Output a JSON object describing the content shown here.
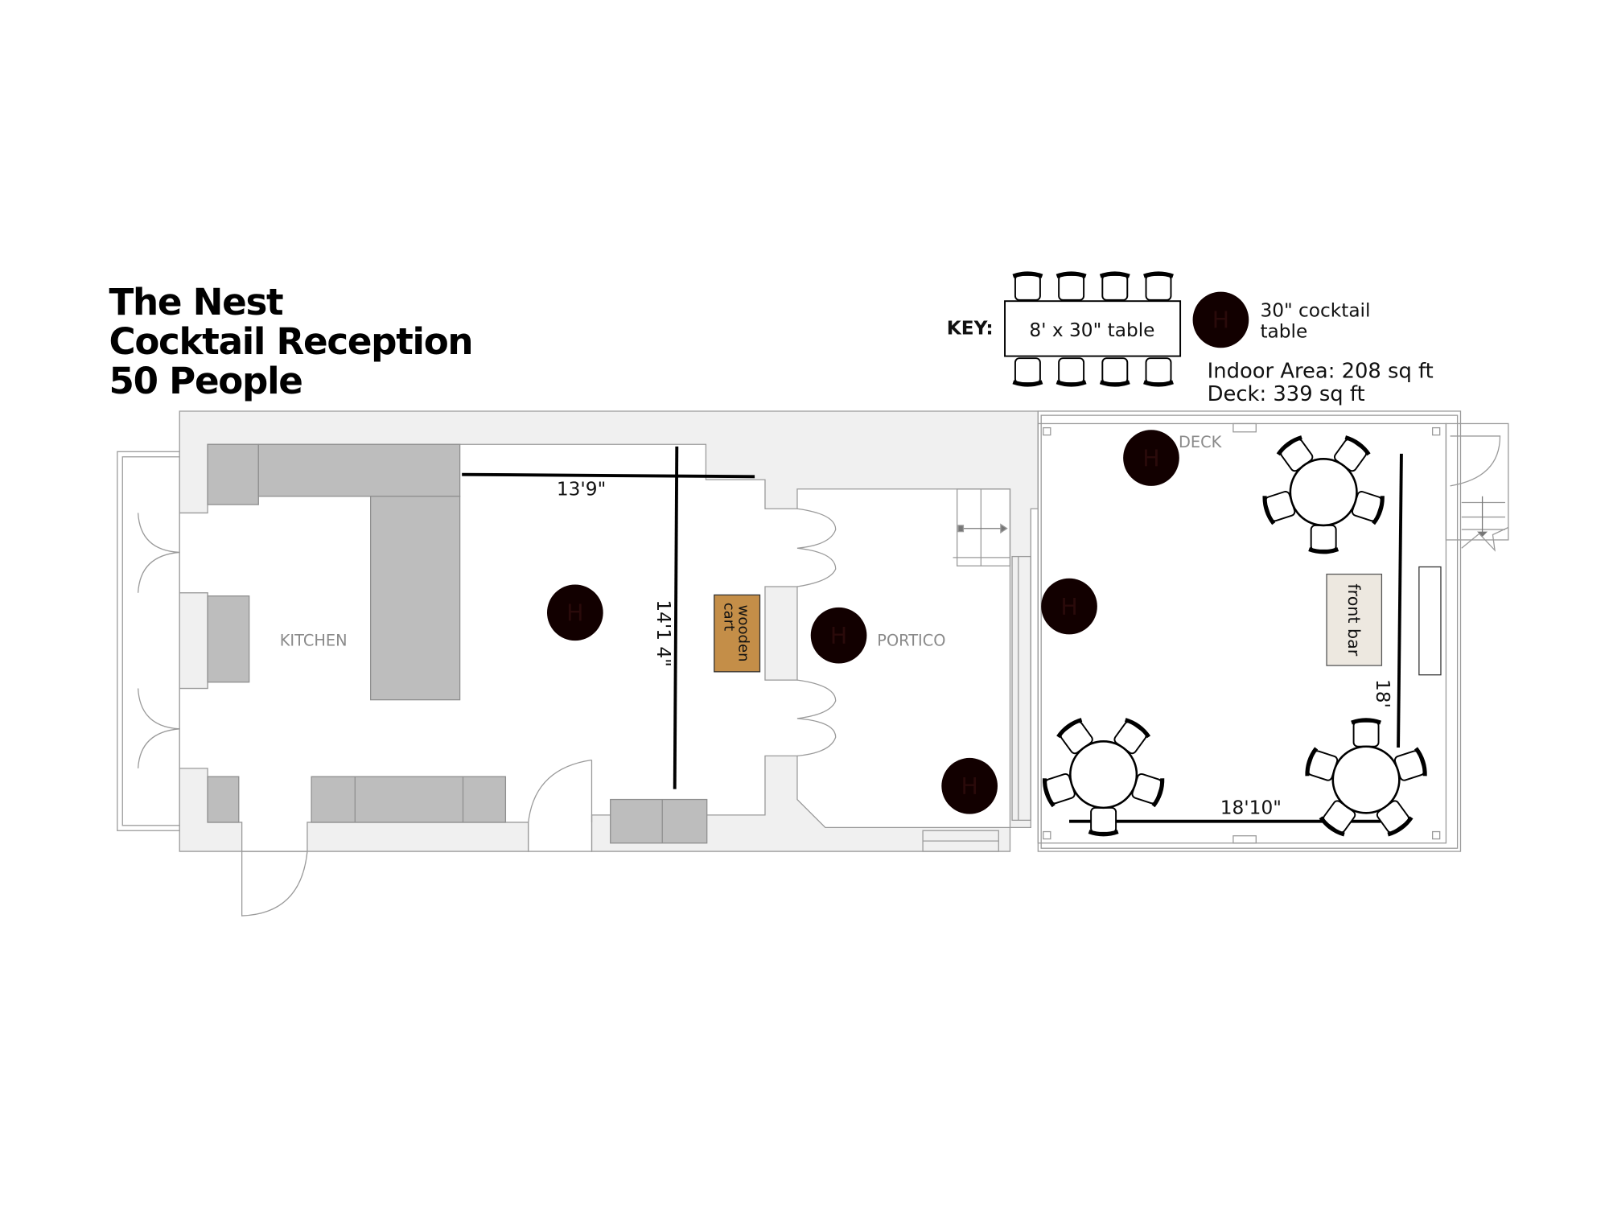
{
  "title": {
    "line1": "The Nest",
    "line2": "Cocktail Reception",
    "line3": "50 People"
  },
  "key": {
    "label": "KEY:",
    "banquet_table": "8' x 30\" table",
    "cocktail_table_line1": "30\" cocktail",
    "cocktail_table_line2": "table",
    "indoor_area": "Indoor Area: 208 sq ft",
    "deck_area": "Deck: 339 sq ft"
  },
  "rooms": {
    "kitchen": "KITCHEN",
    "portico": "PORTICO",
    "deck": "DECK"
  },
  "furniture": {
    "cocktail_marker": "H",
    "wooden_cart_line1": "wooden",
    "wooden_cart_line2": "cart",
    "front_bar": "front bar",
    "cocktail_table_count": 5,
    "round_table_count": 3,
    "chairs_per_round_table": 5
  },
  "dimensions": {
    "kitchen_width": "13'9\"",
    "kitchen_depth": "14'1 4\"",
    "deck_depth": "18'",
    "deck_width": "18'10\""
  },
  "colors": {
    "cocktail_table": "#120000",
    "wooden_cart": "#c48e48",
    "front_bar": "#ede8e0",
    "counter": "#bdbdbd",
    "wall": "#f0f0f0"
  }
}
